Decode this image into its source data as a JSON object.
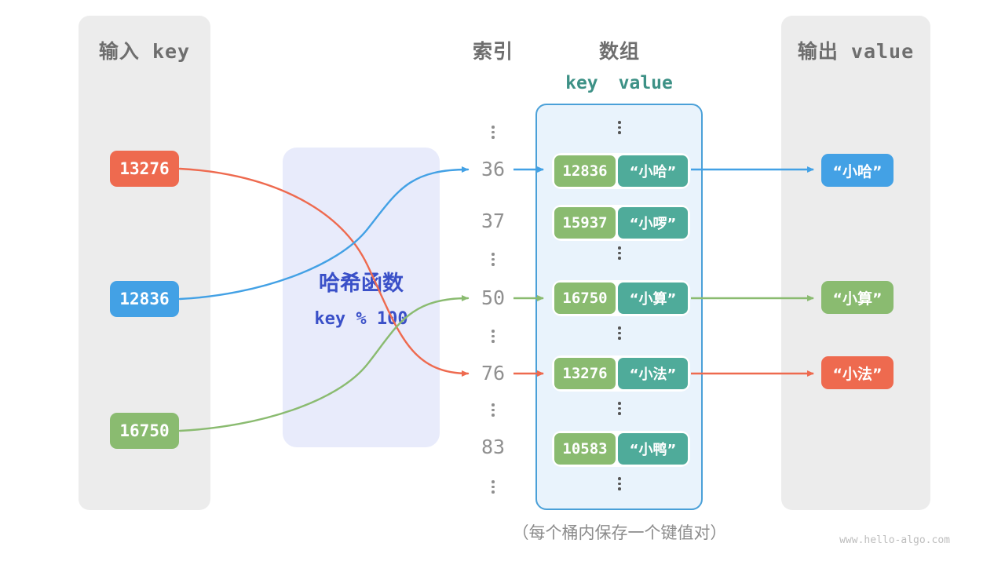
{
  "headings": {
    "input": "输入 key",
    "index": "索引",
    "array": "数组",
    "array_key": "key",
    "array_value": "value",
    "output": "输出 value"
  },
  "hash_function": {
    "name": "哈希函数",
    "formula": "key % 100"
  },
  "input_keys": [
    {
      "value": "13276",
      "color": "#ee6a4f"
    },
    {
      "value": "12836",
      "color": "#43a1e5"
    },
    {
      "value": "16750",
      "color": "#8abb70"
    }
  ],
  "index_labels": [
    "36",
    "37",
    "50",
    "76",
    "83"
  ],
  "buckets": [
    {
      "key": "12836",
      "value": "“小哈”"
    },
    {
      "key": "15937",
      "value": "“小啰”"
    },
    {
      "key": "16750",
      "value": "“小算”"
    },
    {
      "key": "13276",
      "value": "“小法”"
    },
    {
      "key": "10583",
      "value": "“小鸭”"
    }
  ],
  "outputs": [
    {
      "value": "“小哈”",
      "color": "#43a1e5"
    },
    {
      "value": "“小算”",
      "color": "#8abb70"
    },
    {
      "value": "“小法”",
      "color": "#ee6a4f"
    }
  ],
  "caption": "（每个桶内保存一个键值对）",
  "watermark": "www.hello-algo.com",
  "colors": {
    "orange": "#ee6a4f",
    "blue": "#43a1e5",
    "green": "#8abb70",
    "teal": "#4fab9a",
    "panel_gray": "#ececec",
    "hash_bg": "#e8ebfb",
    "hash_text": "#3a50c8",
    "array_bg": "#e9f3fc",
    "array_border": "#4aa0d8"
  }
}
